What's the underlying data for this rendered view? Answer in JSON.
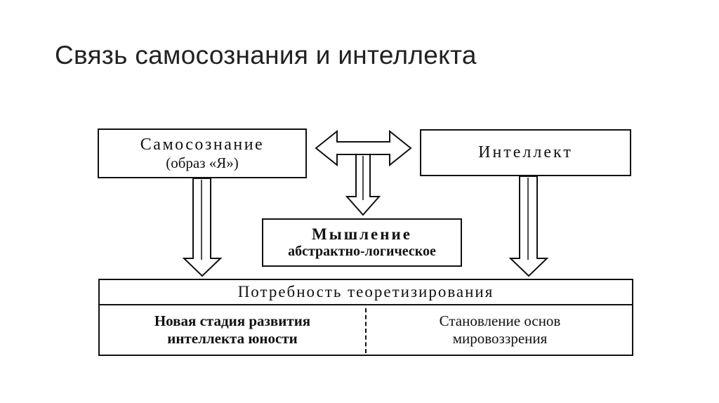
{
  "slide": {
    "title": "Связь самосознания и интеллекта"
  },
  "diagram": {
    "self_awareness": {
      "line1": "Самосознание",
      "line2": "(образ «Я»)"
    },
    "intellect": {
      "label": "Интеллект"
    },
    "thinking": {
      "line1": "Мышление",
      "line2": "абстрактно-логическое"
    },
    "need": {
      "header": "Потребность теоретизирования",
      "left": {
        "line1": "Новая стадия развития",
        "line2": "интеллекта юности"
      },
      "right": {
        "line1": "Становление основ",
        "line2": "мировоззрения"
      }
    }
  }
}
